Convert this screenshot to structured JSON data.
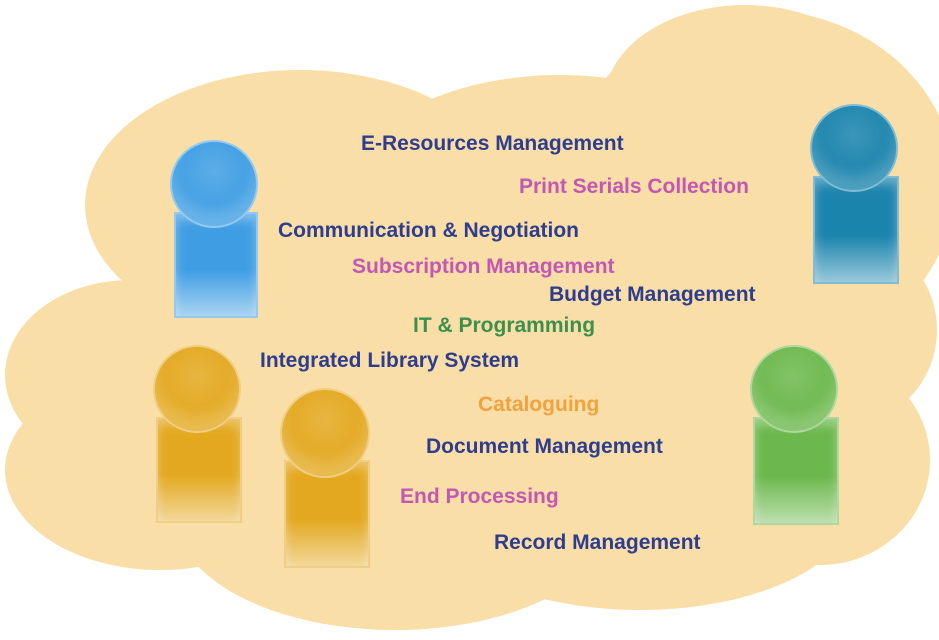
{
  "colors": {
    "cloud": "#f9dea7",
    "navy": "#2e3d8e",
    "magenta": "#c357b4",
    "green": "#3d8f4d",
    "orange": "#f0a240",
    "person_blue": "#3f9ee3",
    "person_teal": "#1b84ad",
    "person_gold": "#e3a81f",
    "person_green": "#6cb84d"
  },
  "skills": [
    {
      "text": "E-Resources Management",
      "color": "navy"
    },
    {
      "text": "Print Serials Collection",
      "color": "magenta"
    },
    {
      "text": "Communication & Negotiation",
      "color": "navy"
    },
    {
      "text": "Subscription Management",
      "color": "magenta"
    },
    {
      "text": "Budget Management",
      "color": "navy"
    },
    {
      "text": "IT & Programming",
      "color": "green"
    },
    {
      "text": "Integrated Library System",
      "color": "navy"
    },
    {
      "text": "Cataloguing",
      "color": "orange"
    },
    {
      "text": "Document Management",
      "color": "navy"
    },
    {
      "text": "End Processing",
      "color": "magenta"
    },
    {
      "text": "Record Management",
      "color": "navy"
    }
  ],
  "people": [
    {
      "name": "blue-person-icon",
      "color": "person_blue"
    },
    {
      "name": "teal-person-icon",
      "color": "person_teal"
    },
    {
      "name": "gold-person-icon",
      "color": "person_gold"
    },
    {
      "name": "gold-person-icon",
      "color": "person_gold"
    },
    {
      "name": "green-person-icon",
      "color": "person_green"
    }
  ]
}
